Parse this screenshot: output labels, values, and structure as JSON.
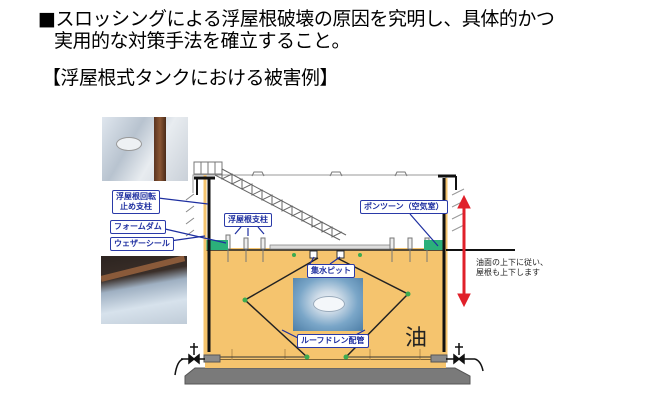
{
  "slide": {
    "heading_line1": "■スロッシングによる浮屋根破壊の原因を究明し、具体的かつ",
    "heading_line2": "実用的な対策手法を確立すること。",
    "subheading": "【浮屋根式タンクにおける被害例】"
  },
  "diagram": {
    "labels": {
      "rotation_stopper": "浮屋根回転\n止め支柱",
      "rotation_stopper_l1": "浮屋根回転",
      "rotation_stopper_l2": "止め支柱",
      "foam_dam": "フォームダム",
      "weather_seal": "ウェザーシール",
      "roof_support": "浮屋根支柱",
      "pontoon": "ポンツーン（空気室）",
      "sump": "集水ピット",
      "roof_drain": "ルーフドレン配管",
      "oil": "油"
    },
    "note_line1": "油面の上下に従い、",
    "note_line2": "屋根も上下します",
    "colors": {
      "oil": "#f5c46e",
      "pontoon": "#2bb07a",
      "label_border": "#2a3aa8",
      "arrow": "#e0202a",
      "foundation": "#7a7a7a"
    }
  }
}
